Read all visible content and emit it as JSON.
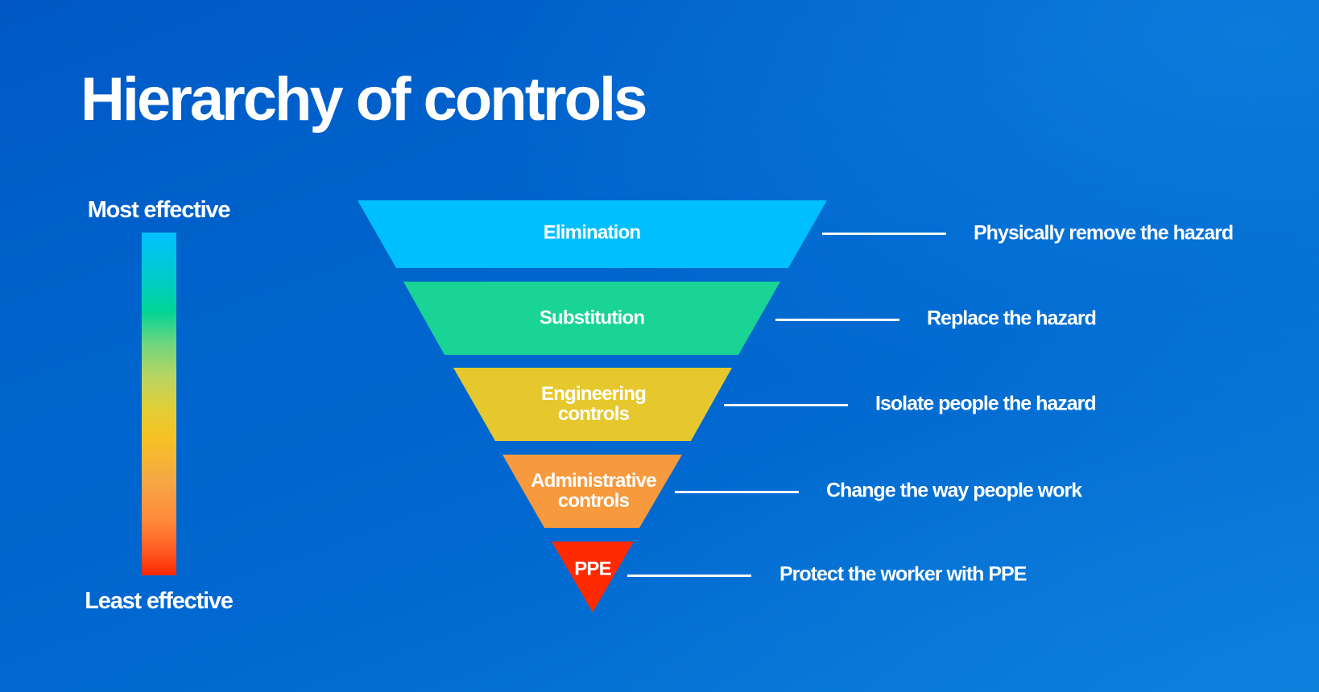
{
  "title": "Hierarchy of controls",
  "scale": {
    "top_label": "Most effective",
    "bottom_label": "Least effective"
  },
  "tiers": [
    {
      "name": "Elimination",
      "lines": [
        "Elimination"
      ],
      "description": "Physically remove the hazard",
      "color": "#00bfff"
    },
    {
      "name": "Substitution",
      "lines": [
        "Substitution"
      ],
      "description": "Replace the hazard",
      "color": "#19d494"
    },
    {
      "name": "Engineering controls",
      "lines": [
        "Engineering",
        "controls"
      ],
      "description": "Isolate people the hazard",
      "color": "#e6c82e"
    },
    {
      "name": "Administrative controls",
      "lines": [
        "Administrative",
        "controls"
      ],
      "description": "Change the way people work",
      "color": "#f79a3e"
    },
    {
      "name": "PPE",
      "lines": [
        "PPE"
      ],
      "description": "Protect the worker with PPE",
      "color": "#ff2a00"
    }
  ]
}
